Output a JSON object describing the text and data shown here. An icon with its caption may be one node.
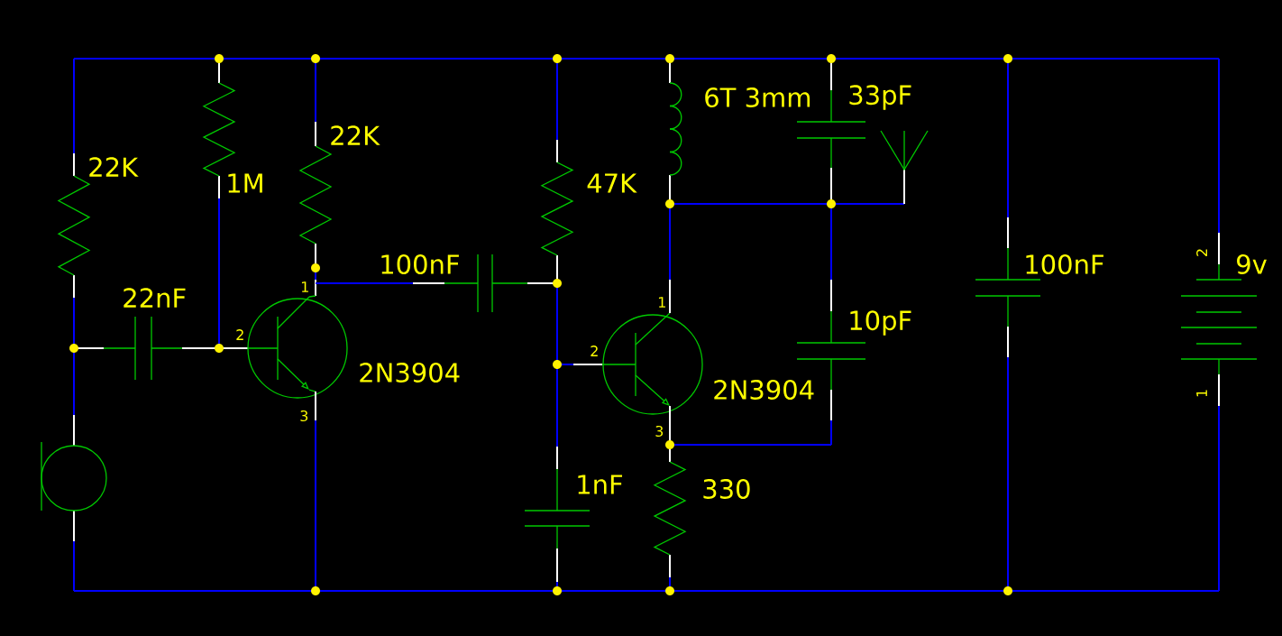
{
  "diagram": {
    "labels": [
      "6T 3mm",
      "33pF",
      "22K",
      "22K",
      "1M",
      "47K",
      "100nF",
      "9v",
      "2",
      "100nF",
      "1",
      "22nF",
      "1",
      "10pF",
      "2",
      "2",
      "2N3904",
      "2N3904",
      "3",
      "3",
      "1",
      "1nF",
      "330"
    ]
  }
}
